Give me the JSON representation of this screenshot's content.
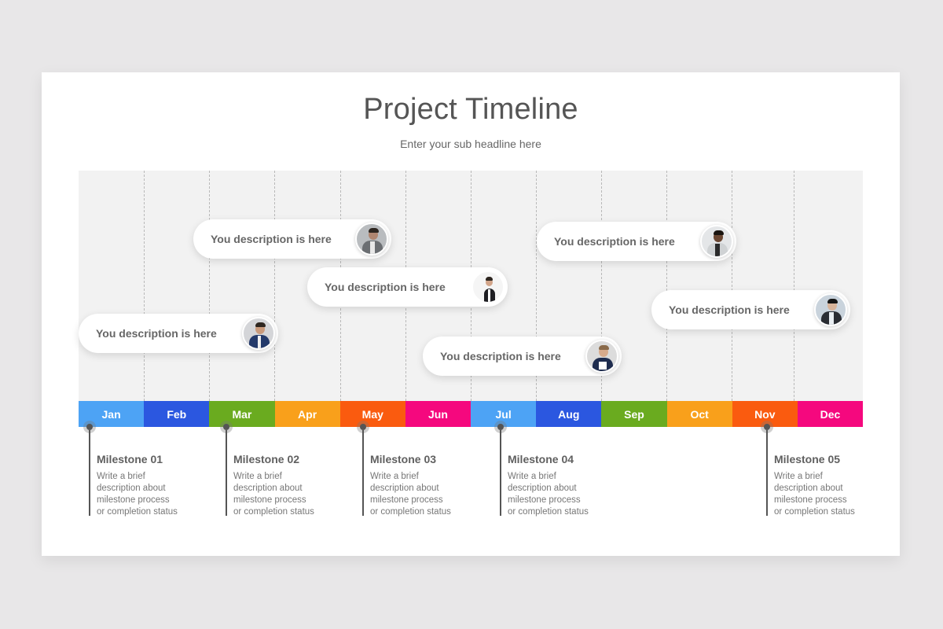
{
  "slide": {
    "title": "Project Timeline",
    "subtitle": "Enter your sub headline here"
  },
  "months": [
    {
      "label": "Jan",
      "color": "#4da3f5"
    },
    {
      "label": "Feb",
      "color": "#2b57e0"
    },
    {
      "label": "Mar",
      "color": "#6aab1f"
    },
    {
      "label": "Apr",
      "color": "#f9a01b"
    },
    {
      "label": "May",
      "color": "#fa5b0f"
    },
    {
      "label": "Jun",
      "color": "#f5087e"
    },
    {
      "label": "Jul",
      "color": "#4da3f5"
    },
    {
      "label": "Aug",
      "color": "#2b57e0"
    },
    {
      "label": "Sep",
      "color": "#6aab1f"
    },
    {
      "label": "Oct",
      "color": "#f9a01b"
    },
    {
      "label": "Nov",
      "color": "#fa5b0f"
    },
    {
      "label": "Dec",
      "color": "#f5087e"
    }
  ],
  "descriptions": [
    {
      "text": "You description is here",
      "avatar": "person-avatar-icon"
    },
    {
      "text": "You description is here",
      "avatar": "person-avatar-icon"
    },
    {
      "text": "You description is here",
      "avatar": "person-avatar-icon"
    },
    {
      "text": "You description is here",
      "avatar": "person-avatar-icon"
    },
    {
      "text": "You description is here",
      "avatar": "person-avatar-icon"
    },
    {
      "text": "You description is here",
      "avatar": "person-avatar-icon"
    }
  ],
  "milestones": [
    {
      "title": "Milestone 01",
      "month": "Jan",
      "desc": [
        "Write a brief",
        "description about",
        "milestone process",
        "or completion status"
      ]
    },
    {
      "title": "Milestone 02",
      "month": "Mar",
      "desc": [
        "Write a brief",
        "description about",
        "milestone process",
        "or completion status"
      ]
    },
    {
      "title": "Milestone 03",
      "month": "May",
      "desc": [
        "Write a brief",
        "description about",
        "milestone process",
        "or completion status"
      ]
    },
    {
      "title": "Milestone 04",
      "month": "Jul",
      "desc": [
        "Write a brief",
        "description about",
        "milestone process",
        "or completion status"
      ]
    },
    {
      "title": "Milestone 05",
      "month": "Nov",
      "desc": [
        "Write a brief",
        "description about",
        "milestone process",
        "or completion status"
      ]
    }
  ]
}
